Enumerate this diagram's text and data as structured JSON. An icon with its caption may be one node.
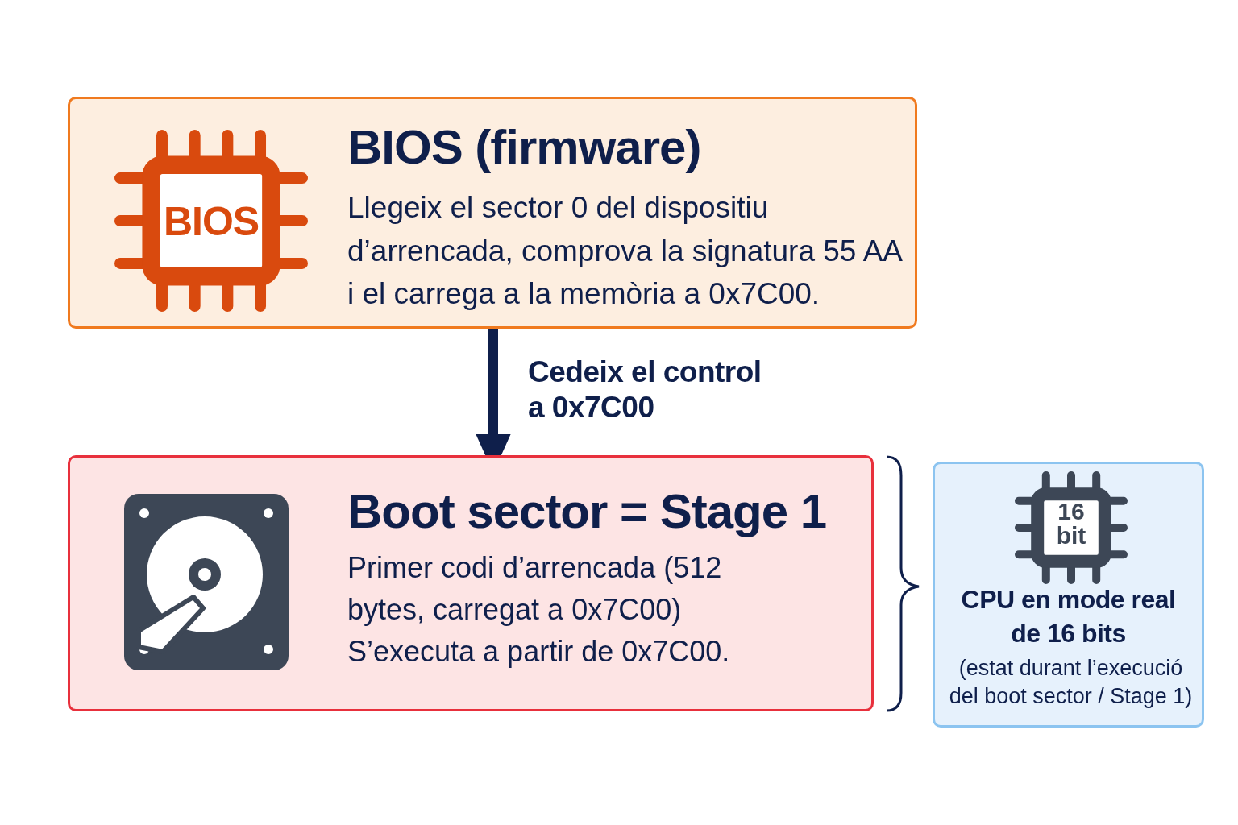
{
  "diagram": {
    "nodes": [
      {
        "text": [
          "BIOS (firmware)",
          "Llegeix el sector 0 del dispositiu d’arrencada, comprova la signatura 55 AA i el carrega a la memòria a 0x7C00."
        ]
      },
      {
        "text": [
          "BIOS"
        ],
        "in": 0
      },
      {
        "text": [
          "Boot sector = Stage 1",
          "Primer codi d’arrencada (512 bytes, carregat a 0x7C00) S’executa a partir de 0x7C00."
        ]
      },
      {
        "text": [
          "CPU en mode real de 16 bits",
          "(estat durant l’execució del boot sector / Stage 1)"
        ]
      },
      {
        "text": [
          "16 bit"
        ],
        "in": 3
      }
    ],
    "edges": [
      {
        "from": 0,
        "to": 2,
        "arrow": "to",
        "label": "Cedeix el control a 0x7C00"
      }
    ]
  }
}
